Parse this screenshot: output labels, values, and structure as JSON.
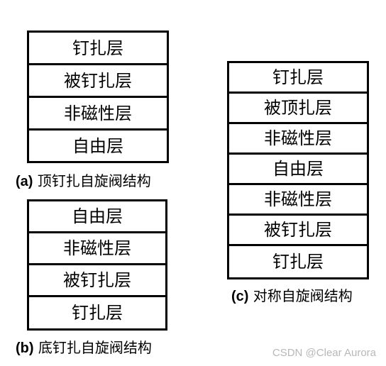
{
  "diagrams": {
    "a": {
      "layers": [
        "钉扎层",
        "被钉扎层",
        "非磁性层",
        "自由层"
      ],
      "caption_tag": "(a)",
      "caption_text": " 顶钉扎自旋阀结构"
    },
    "b": {
      "layers": [
        "自由层",
        "非磁性层",
        "被钉扎层",
        "钉扎层"
      ],
      "caption_tag": "(b)",
      "caption_text": " 底钉扎自旋阀结构"
    },
    "c": {
      "layers": [
        "钉扎层",
        "被顶扎层",
        "非磁性层",
        "自由层",
        "非磁性层",
        "被钉扎层",
        "钉扎层"
      ],
      "caption_tag": "(c)",
      "caption_text": " 对称自旋阀结构"
    }
  },
  "watermark": "CSDN @Clear Aurora",
  "colors": {
    "stroke": "#000000",
    "background": "#ffffff",
    "watermark": "#b8b8b8"
  }
}
